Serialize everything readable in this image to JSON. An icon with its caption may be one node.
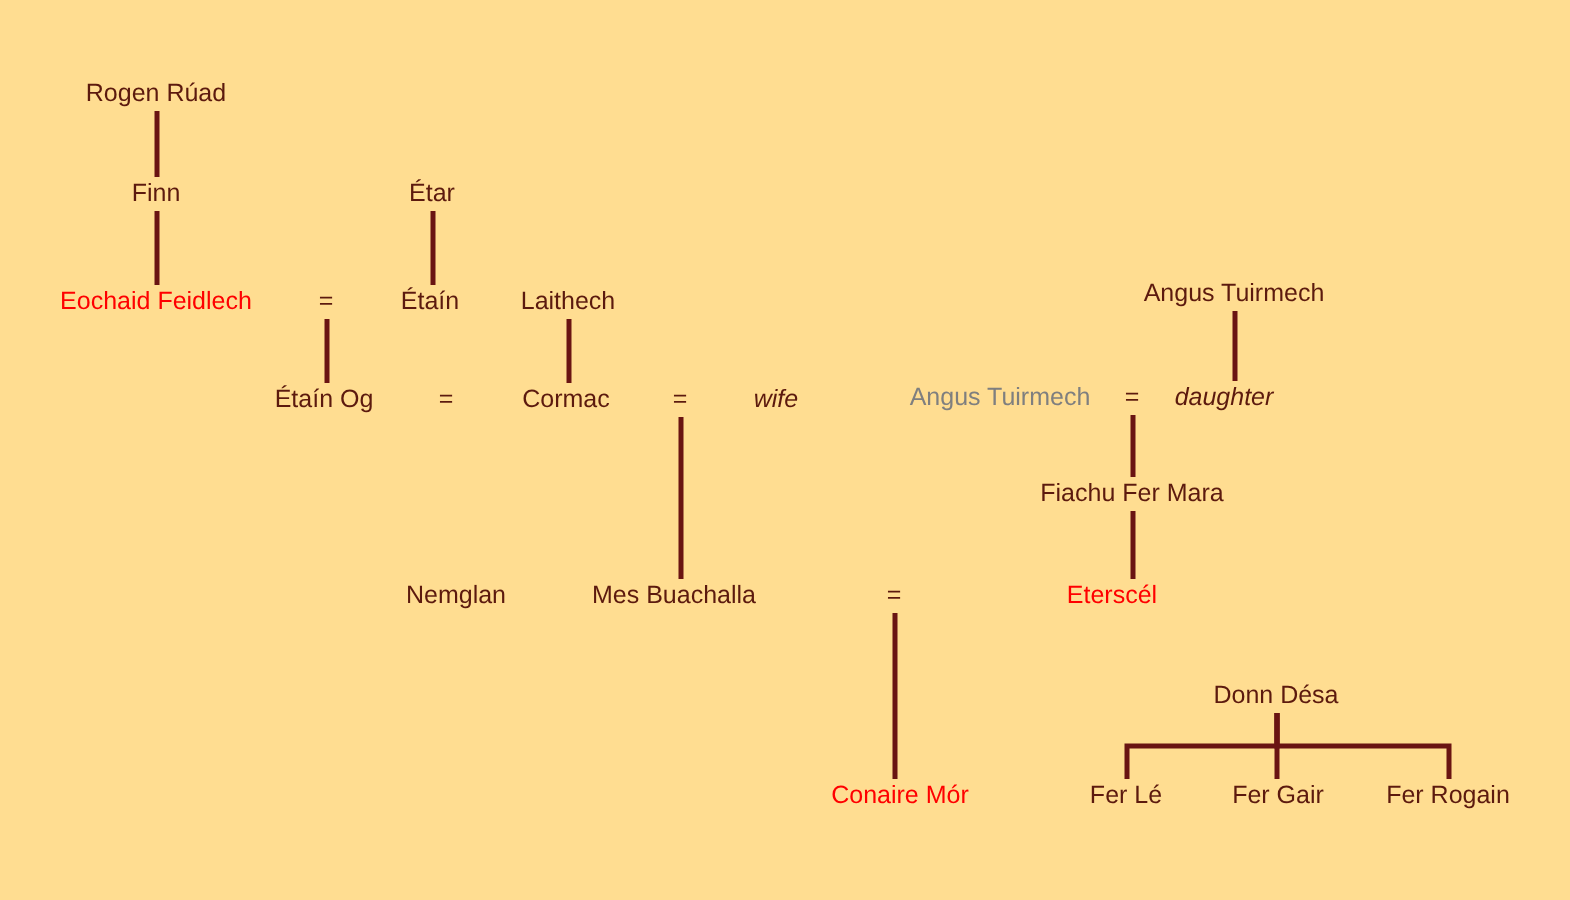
{
  "diagram": {
    "nodes": [
      {
        "text": [
          "Rogen Rúad"
        ]
      },
      {
        "text": [
          "Finn"
        ]
      },
      {
        "text": [
          "Étar"
        ]
      },
      {
        "text": [
          "Eochaid Feidlech"
        ]
      },
      {
        "text": [
          "="
        ]
      },
      {
        "text": [
          "Étaín"
        ]
      },
      {
        "text": [
          "Laithech"
        ]
      },
      {
        "text": [
          "Angus Tuirmech"
        ]
      },
      {
        "text": [
          "Étaín Og"
        ]
      },
      {
        "text": [
          "Cormac"
        ]
      },
      {
        "text": [
          "="
        ]
      },
      {
        "text": [
          "wife"
        ]
      },
      {
        "text": [
          "Angus Tuirmech"
        ]
      },
      {
        "text": [
          "="
        ]
      },
      {
        "text": [
          "daughter"
        ]
      },
      {
        "text": [
          "Fiachu Fer Mara"
        ]
      },
      {
        "text": [
          "Mes Buachalla"
        ]
      },
      {
        "text": [
          "="
        ]
      },
      {
        "text": [
          "Eterscél"
        ]
      },
      {
        "text": [
          "Donn Désa"
        ]
      },
      {
        "text": [
          "Conaire Mór"
        ]
      },
      {
        "text": [
          "Fer Lé"
        ]
      },
      {
        "text": [
          "Fer Gair"
        ]
      },
      {
        "text": [
          "Fer Rogain"
        ]
      }
    ],
    "edges": [
      {
        "from": 0,
        "to": 1,
        "arrow": "none"
      },
      {
        "from": 1,
        "to": 3,
        "arrow": "none"
      },
      {
        "from": 2,
        "to": 5,
        "arrow": "none"
      },
      {
        "from": 4,
        "to": 8,
        "arrow": "none"
      },
      {
        "from": 6,
        "to": 9,
        "arrow": "none"
      },
      {
        "from": 7,
        "to": 14,
        "arrow": "none"
      },
      {
        "from": 10,
        "to": 16,
        "arrow": "none"
      },
      {
        "from": 13,
        "to": 15,
        "arrow": "none"
      },
      {
        "from": 15,
        "to": 18,
        "arrow": "none"
      },
      {
        "from": 17,
        "to": 20,
        "arrow": "none"
      },
      {
        "from": 19,
        "to": 21,
        "arrow": "none"
      },
      {
        "from": 19,
        "to": 22,
        "arrow": "none"
      },
      {
        "from": 19,
        "to": 23,
        "arrow": "none"
      }
    ],
    "labels": [
      "=",
      "Nemglan"
    ]
  }
}
